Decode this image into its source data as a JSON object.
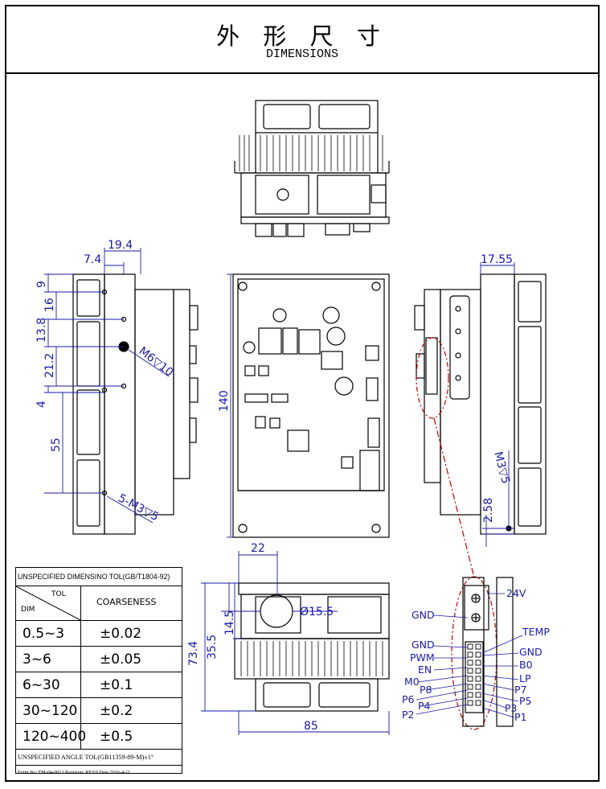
{
  "title": {
    "chinese": "外 形 尺 寸",
    "english": "DIMENSIONS"
  },
  "dimensions": {
    "d19_4": "19.4",
    "d7_4": "7.4",
    "d9": "9",
    "d16": "16",
    "d13_8": "13.8",
    "d21_2": "21.2",
    "d4": "4",
    "d55": "55",
    "m6": "M6▽10",
    "m3_5": "5-M3▽5",
    "d140": "140",
    "d17_55": "17.55",
    "m3_side": "M3▽5",
    "d2_58": "2.58",
    "d22": "22",
    "d14_5": "14.5",
    "d35_5": "35.5",
    "d73_4": "73.4",
    "d15_5": "Ø15.5",
    "d85": "85"
  },
  "pins": {
    "v24": "24V",
    "gnd_top": "GND",
    "temp": "TEMP",
    "gnd_l": "GND",
    "gnd_r": "GND",
    "pwm": "PWM",
    "b0": "B0",
    "en": "EN",
    "lp": "LP",
    "m0": "M0",
    "p8": "P8",
    "p7": "P7",
    "p6": "P6",
    "p5": "P5",
    "p4": "P4",
    "p3": "P3",
    "p2": "P2",
    "p1": "P1"
  },
  "tolerance_table": {
    "caption": "UNSPECIFIED DIMENSINO TOL(GB/T1804-92)",
    "tol_header": "TOL",
    "dim_header": "DIM",
    "coarseness_header": "COARSENESS",
    "rows": [
      {
        "range": "0.5~3",
        "tol": "±0.02"
      },
      {
        "range": "3~6",
        "tol": "±0.05"
      },
      {
        "range": "6~30",
        "tol": "±0.1"
      },
      {
        "range": "30~120",
        "tol": "±0.2"
      },
      {
        "range": "120~400",
        "tol": "±0.5"
      }
    ],
    "angle_note": "UNSPECIFIED ANGLE TOL(GB11359-89-M)±1°",
    "form_note": "Form No: FM-04-0013 Revision: REV0 Date:2016-4-11"
  }
}
